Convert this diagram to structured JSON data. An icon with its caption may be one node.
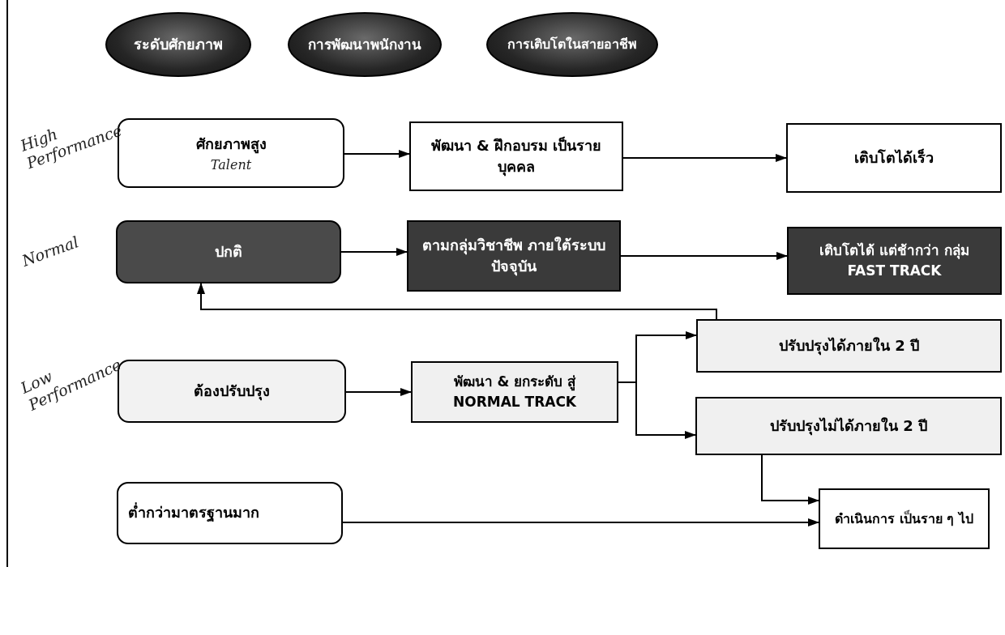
{
  "diagram": {
    "nodes": [
      {
        "text": [
          "ระดับศักยภาพ"
        ]
      },
      {
        "text": [
          "การพัฒนาพนักงาน"
        ]
      },
      {
        "text": [
          "การเติบโตในสายอาชีพ"
        ]
      },
      {
        "text": [
          "ศักยภาพสูง",
          "Talent"
        ]
      },
      {
        "text": [
          "พัฒนา & ฝึกอบรม เป็นรายบุคคล"
        ]
      },
      {
        "text": [
          "เติบโตได้เร็ว"
        ]
      },
      {
        "text": [
          "ปกติ"
        ]
      },
      {
        "text": [
          "ตามกลุ่มวิชาชีพ ภายใต้ระบบปัจจุบัน"
        ]
      },
      {
        "text": [
          "เติบโตได้ แต่ช้ากว่า กลุ่ม FAST TRACK"
        ]
      },
      {
        "text": [
          "ต้องปรับปรุง"
        ]
      },
      {
        "text": [
          "พัฒนา & ยกระดับ สู่ NORMAL TRACK"
        ]
      },
      {
        "text": [
          "ปรับปรุงได้ภายใน 2 ปี"
        ]
      },
      {
        "text": [
          "ปรับปรุงไม่ได้ภายใน 2 ปี"
        ]
      },
      {
        "text": [
          "ต่ำกว่ามาตรฐานมาก"
        ]
      },
      {
        "text": [
          "ดำเนินการ เป็นราย ๆ ไป"
        ]
      }
    ],
    "edges": [
      {
        "from": 3,
        "to": 4,
        "arrow": "to"
      },
      {
        "from": 4,
        "to": 5,
        "arrow": "to"
      },
      {
        "from": 6,
        "to": 7,
        "arrow": "to"
      },
      {
        "from": 7,
        "to": 8,
        "arrow": "to"
      },
      {
        "from": 11,
        "to": 6,
        "arrow": "to"
      },
      {
        "from": 9,
        "to": 10,
        "arrow": "to"
      },
      {
        "from": 10,
        "to": 11,
        "arrow": "to"
      },
      {
        "from": 10,
        "to": 12,
        "arrow": "to"
      },
      {
        "from": 12,
        "to": 14,
        "arrow": "to"
      },
      {
        "from": 13,
        "to": 14,
        "arrow": "to"
      }
    ],
    "labels": [
      "High Performance",
      "Normal",
      "Low Performance"
    ]
  }
}
